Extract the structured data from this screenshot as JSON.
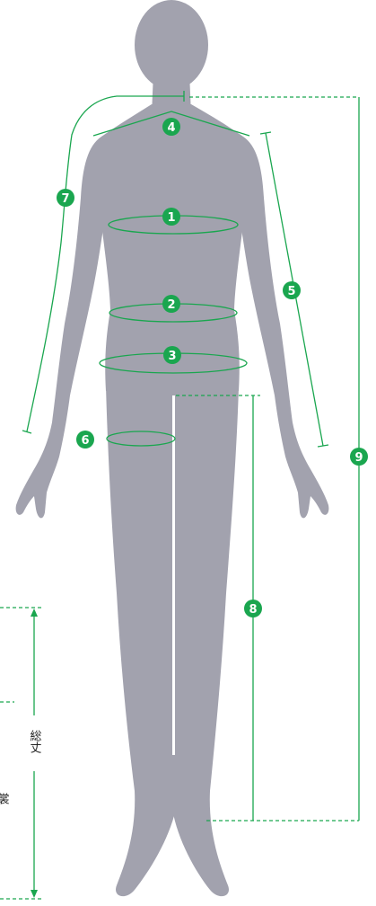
{
  "colors": {
    "figure": "#a2a2ae",
    "accent": "#1aa64f",
    "badge_text": "#ffffff",
    "label_text": "#222222"
  },
  "markers": [
    {
      "id": "bust",
      "number": "1"
    },
    {
      "id": "waist",
      "number": "2"
    },
    {
      "id": "hip",
      "number": "3"
    },
    {
      "id": "shoulder-width",
      "number": "4"
    },
    {
      "id": "sleeve-length",
      "number": "5"
    },
    {
      "id": "thigh",
      "number": "6"
    },
    {
      "id": "yuki-length",
      "number": "7"
    },
    {
      "id": "inseam",
      "number": "8"
    },
    {
      "id": "height",
      "number": "9"
    }
  ],
  "labels": {
    "total_length": "総丈",
    "partial_cut": "裳"
  }
}
